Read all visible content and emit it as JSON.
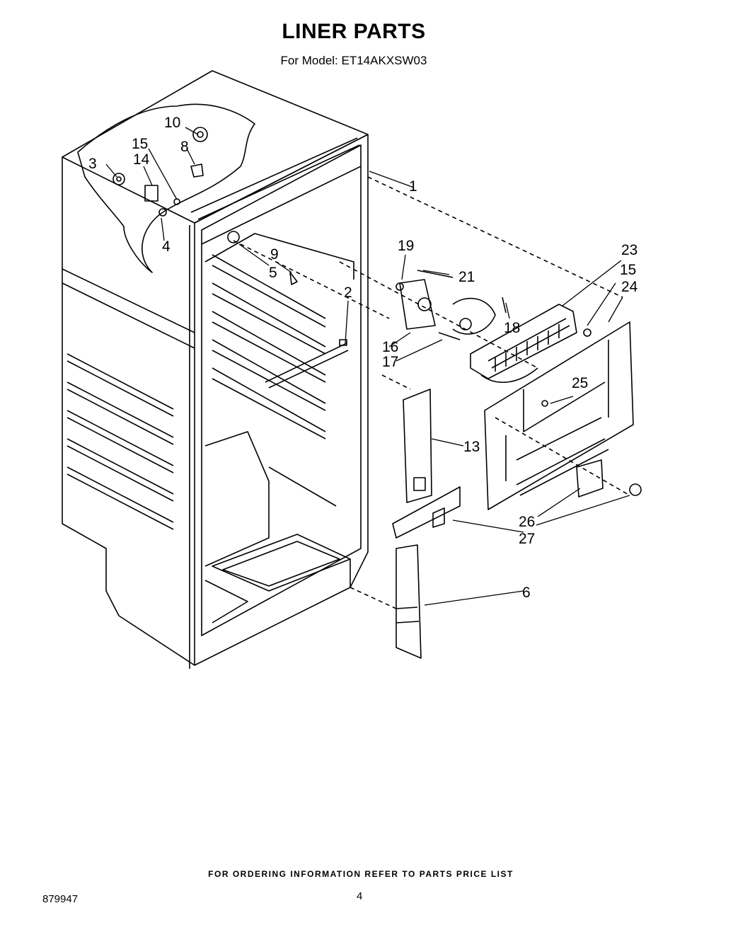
{
  "title": "LINER PARTS",
  "subtitle": "For Model: ET14AKXSW03",
  "callouts": {
    "c1": "1",
    "c2": "2",
    "c3": "3",
    "c4": "4",
    "c5": "5",
    "c6": "6",
    "c8": "8",
    "c9": "9",
    "c10": "10",
    "c13": "13",
    "c14": "14",
    "c15a": "15",
    "c15b": "15",
    "c16": "16",
    "c17": "17",
    "c18": "18",
    "c19": "19",
    "c21": "21",
    "c23": "23",
    "c24": "24",
    "c25": "25",
    "c26": "26",
    "c27": "27"
  },
  "footer": "FOR ORDERING INFORMATION REFER TO PARTS PRICE LIST",
  "doc_number": "879947",
  "page_number": "4"
}
